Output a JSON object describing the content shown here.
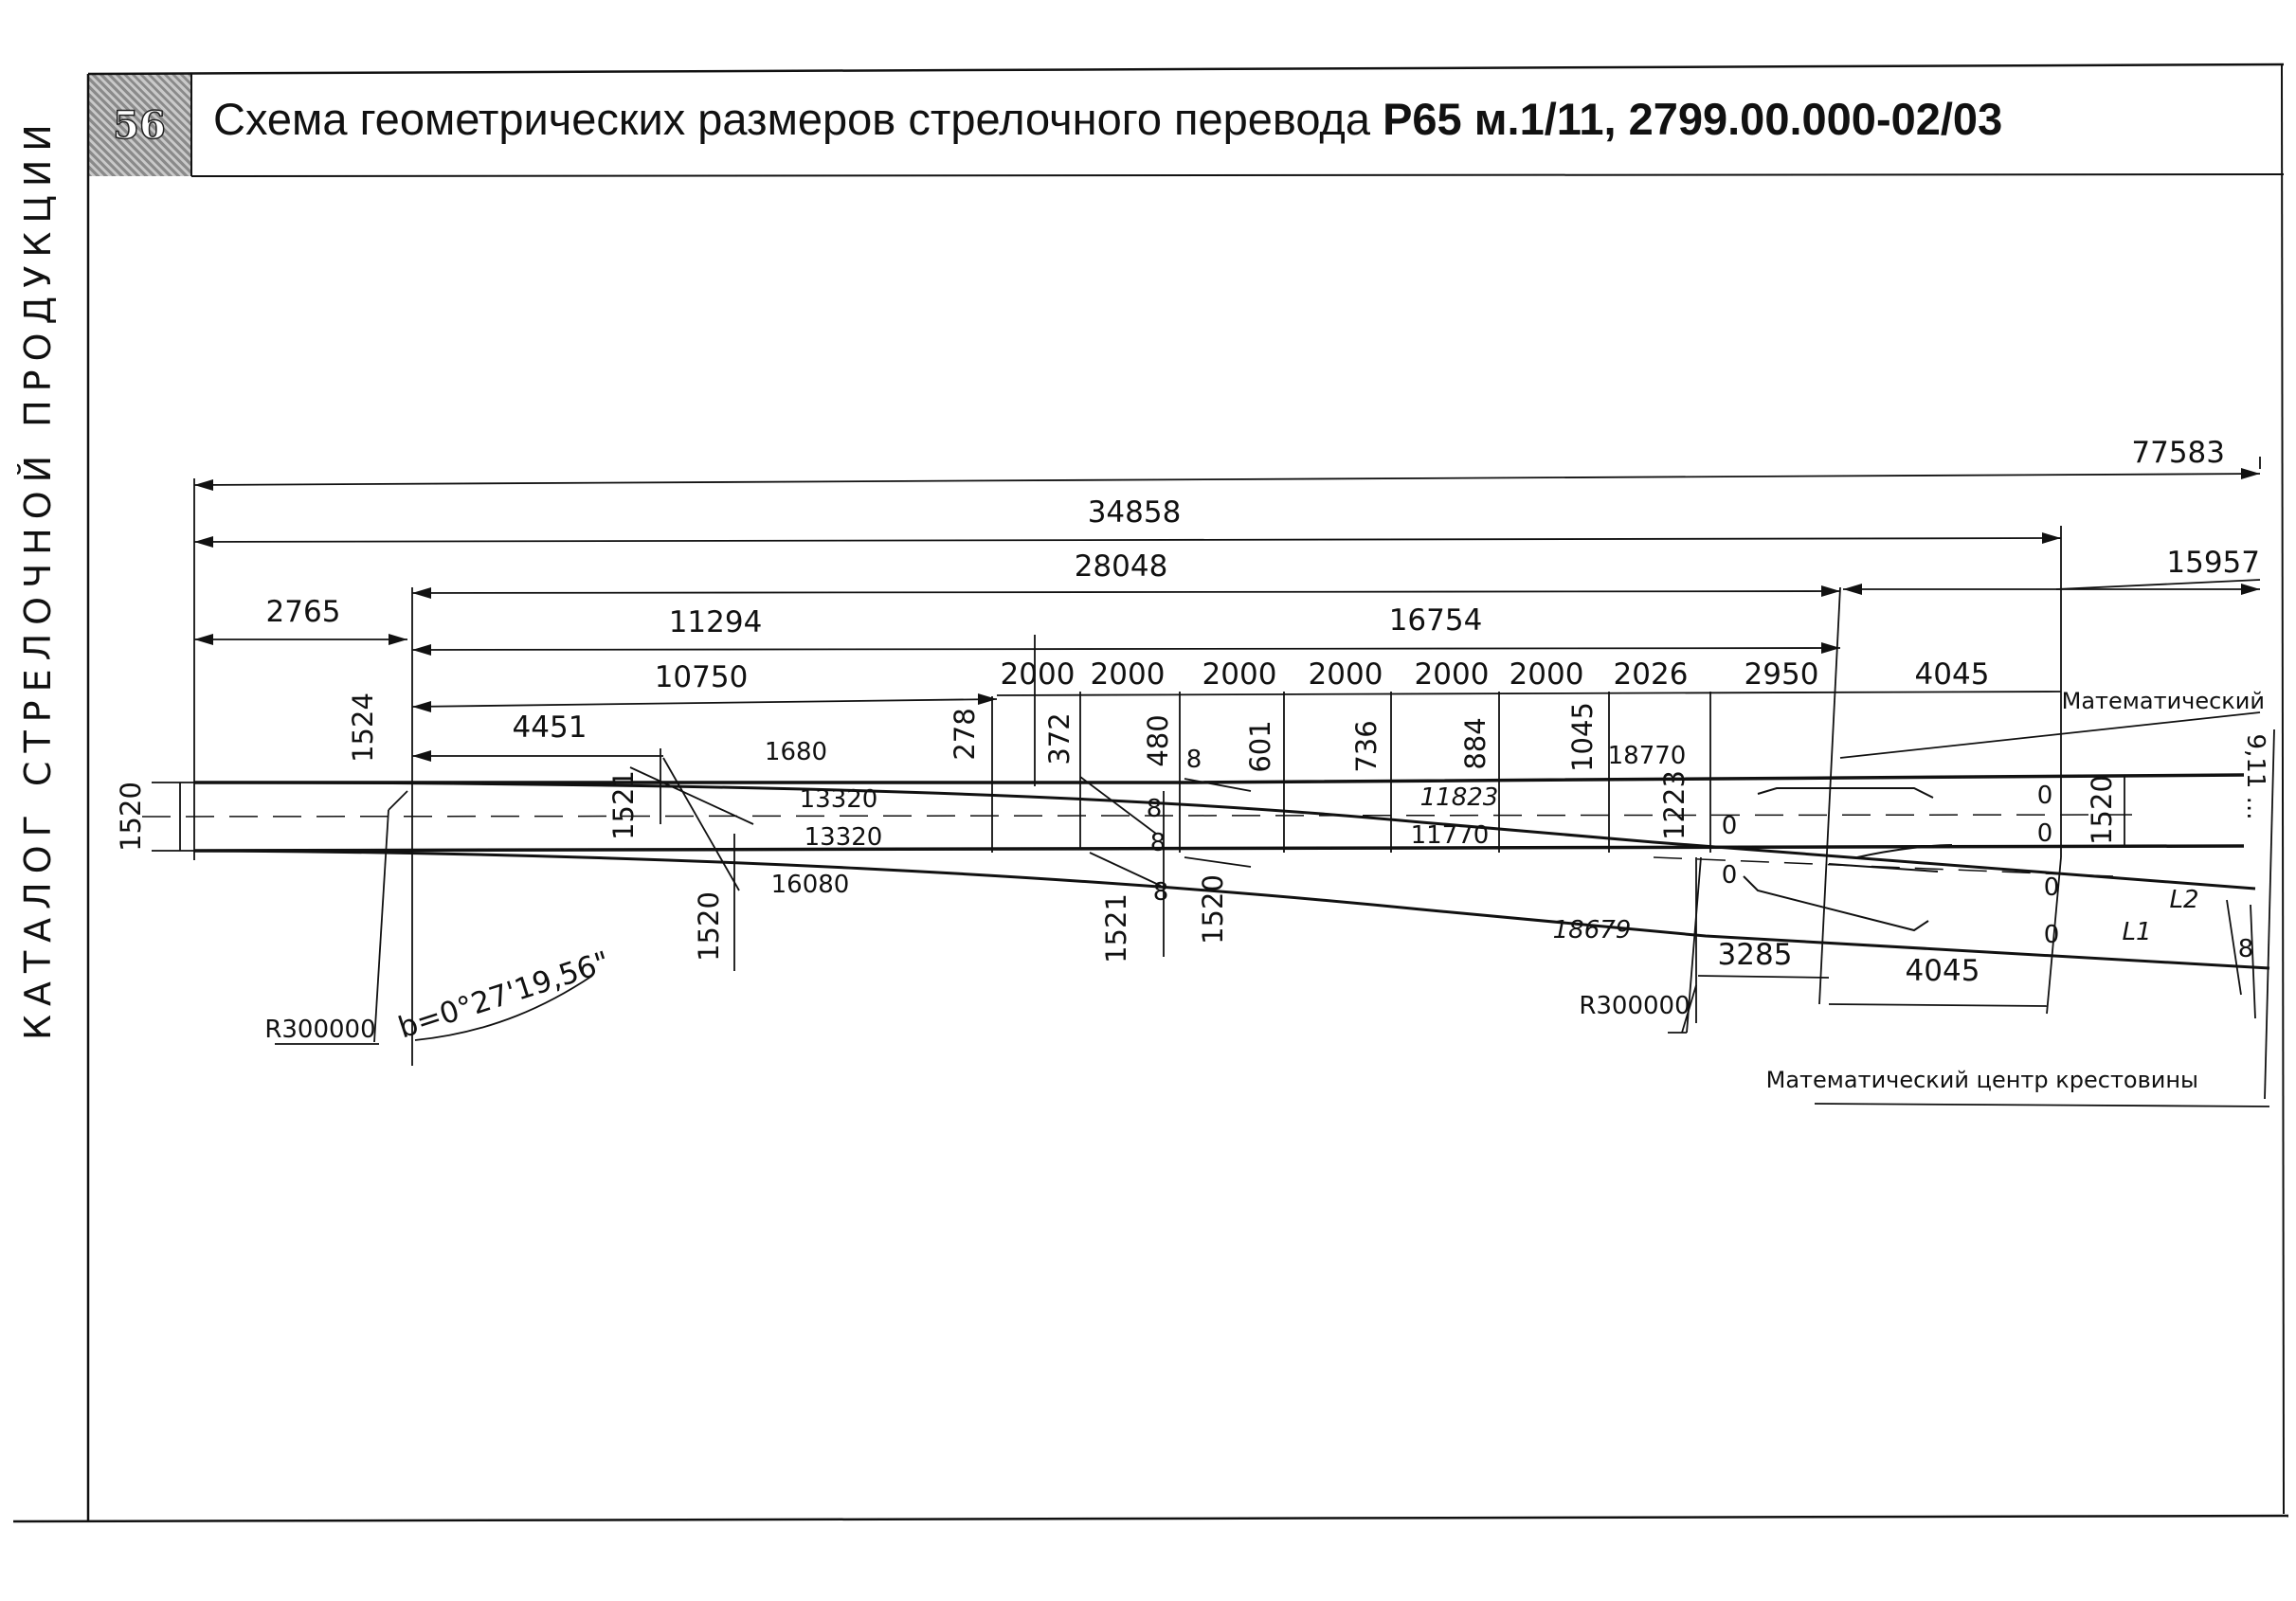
{
  "side_caption": "КАТАЛОГ СТРЕЛОЧНОЙ ПРОДУКЦИИ",
  "page_number": "56",
  "title": {
    "prefix": "Схема геометрических размеров стрелочного перевода",
    "bold": "Р65 м.1/11, 2799.00.000-02/03"
  },
  "top_dims": {
    "total": "77583",
    "d34858": "34858",
    "d28048": "28048",
    "d15957": "15957",
    "d2765": "2765",
    "d11294": "11294",
    "d16754": "16754",
    "d10750": "10750",
    "d4451": "4451"
  },
  "segments": [
    "2000",
    "2000",
    "2000",
    "2000",
    "2000",
    "2000",
    "2026",
    "2950",
    "4045"
  ],
  "ordinates": [
    "278",
    "372",
    "480",
    "601",
    "736",
    "884",
    "1045"
  ],
  "vertical_dims": {
    "gauge_left": "1520",
    "d1524": "1524",
    "d1521_a": "1521",
    "d1520_b": "1520",
    "d1521_c": "1521",
    "d1520_d": "1520",
    "d1223": "1223",
    "gauge_right": "1520",
    "d9_11": "9,11 ... "
  },
  "labels": {
    "l1680": "1680",
    "l13320a": "13320",
    "l13320b": "13320",
    "l16080": "16080",
    "l8a": "8",
    "l8b": "8",
    "l8c": "8",
    "l8d": "8",
    "l8e": "8",
    "l18770": "18770",
    "l11823": "11823",
    "l11770": "11770",
    "l18679": "18679",
    "l3285": "3285",
    "l4045b": "4045",
    "z1": "0",
    "z2": "0",
    "z3": "0",
    "z4": "0",
    "z5": "0",
    "z6": "0",
    "L2": "L2",
    "L1": "L1",
    "r_left": "R300000",
    "r_right": "R300000",
    "angle": "b=0°27'19,56\"",
    "math_top": "Математический",
    "math_center": "Математический центр крестовины"
  }
}
